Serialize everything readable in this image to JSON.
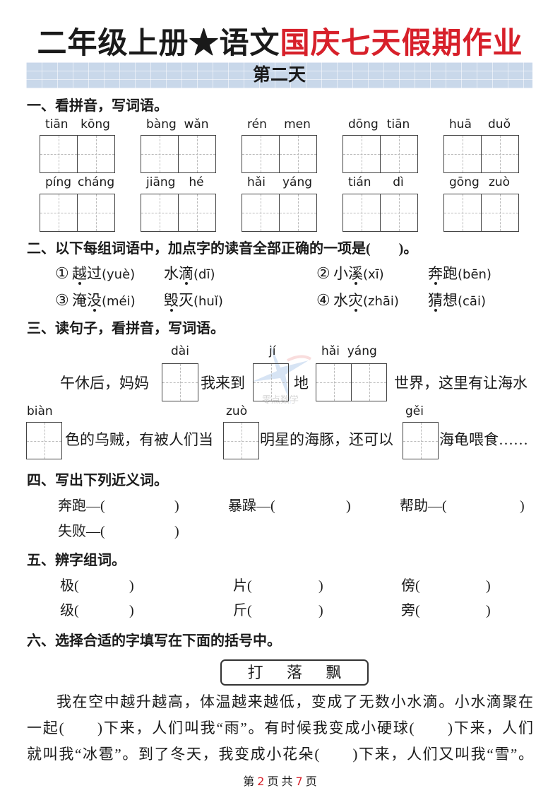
{
  "header": {
    "title_black": "二年级上册★语文",
    "title_red": "国庆七天假期作业",
    "day": "第二天"
  },
  "s1": {
    "heading": "一、看拼音，写词语。",
    "items": [
      {
        "p1": "tiān",
        "p2": "kōng"
      },
      {
        "p1": "bàng",
        "p2": "wǎn"
      },
      {
        "p1": "rén",
        "p2": "men"
      },
      {
        "p1": "dōng",
        "p2": "tiān"
      },
      {
        "p1": "huā",
        "p2": "duǒ"
      },
      {
        "p1": "píng",
        "p2": "cháng"
      },
      {
        "p1": "jiāng",
        "p2": "hé"
      },
      {
        "p1": "hǎi",
        "p2": "yáng"
      },
      {
        "p1": "tián",
        "p2": "dì"
      },
      {
        "p1": "gōng",
        "p2": "zuò"
      }
    ]
  },
  "s2": {
    "heading": "二、以下每组词语中，加点字的读音全部正确的一项是(　　)。",
    "options": [
      {
        "num": "①",
        "w1": {
          "pre": "",
          "dot": "越",
          "post": "过",
          "py": "(yuè)"
        },
        "w2": {
          "pre": "水",
          "dot": "滴",
          "post": "",
          "py": "(dī)"
        }
      },
      {
        "num": "②",
        "w1": {
          "pre": "小",
          "dot": "溪",
          "post": "",
          "py": "(xī)"
        },
        "w2": {
          "pre": "",
          "dot": "奔",
          "post": "跑",
          "py": "(bēn)"
        }
      },
      {
        "num": "③",
        "w1": {
          "pre": "淹",
          "dot": "没",
          "post": "",
          "py": "(méi)"
        },
        "w2": {
          "pre": "",
          "dot": "毁",
          "post": "灭",
          "py": "(huǐ)"
        }
      },
      {
        "num": "④",
        "w1": {
          "pre": "水",
          "dot": "灾",
          "post": "",
          "py": "(zhāi)"
        },
        "w2": {
          "pre": "",
          "dot": "猜",
          "post": "想",
          "py": "(cāi)"
        }
      }
    ]
  },
  "s3": {
    "heading": "三、读句子，看拼音，写词语。",
    "t1": "午休后，妈妈",
    "py1": "dài",
    "t2": "我来到",
    "py2": "jí",
    "t3": "地",
    "py3": "hǎi  yáng",
    "t4": "世界，这里有让海水",
    "py4": "biàn",
    "t5": "色的乌贼，有被人们当",
    "py5": "zuò",
    "t6": "明星的海豚，还可以",
    "py6": "gěi",
    "t7": "海龟喂食……",
    "watermark": "零点数学"
  },
  "s4": {
    "heading": "四、写出下列近义词。",
    "items": [
      "奔跑—(",
      "暴躁—(",
      "帮助—(",
      "失败—("
    ],
    "close": ")"
  },
  "s5": {
    "heading": "五、辨字组词。",
    "items": [
      "极(",
      "片(",
      "傍(",
      "级(",
      "斤(",
      "旁("
    ],
    "close": ")"
  },
  "s6": {
    "heading": "六、选择合适的字填写在下面的括号中。",
    "choices": [
      "打",
      "落",
      "飘"
    ],
    "lines": [
      "我在空中越升越高，体温越来越低，变成了无数小水滴。小水滴聚在",
      "一起(　　)下来，人们叫我“雨”。有时候我变成小硬球(　　)下来，人们",
      "就叫我“冰雹”。到了冬天，我变成小花朵(　　)下来，人们又叫我“雪”。"
    ]
  },
  "footer": {
    "pre": "第",
    "page": "2",
    "mid": "页 共",
    "total": "7",
    "post": "页"
  }
}
